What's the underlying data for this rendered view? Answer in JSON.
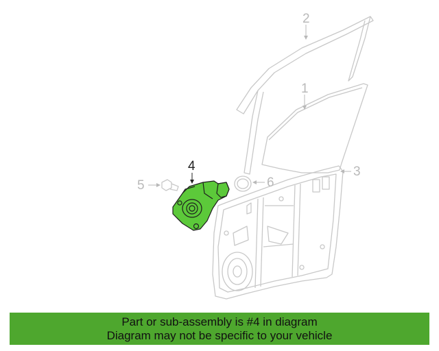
{
  "callouts": {
    "c1": "1",
    "c2": "2",
    "c3": "3",
    "c4": "4",
    "c5": "5",
    "c6": "6"
  },
  "highlighted_part": "4",
  "colors": {
    "highlight": "#5cc93a",
    "outline": "#c8c8c8",
    "banner": "#4ea72e"
  },
  "banner": {
    "line1": "Part or sub-assembly is #4 in diagram",
    "line2": "Diagram may not be specific to your vehicle"
  }
}
